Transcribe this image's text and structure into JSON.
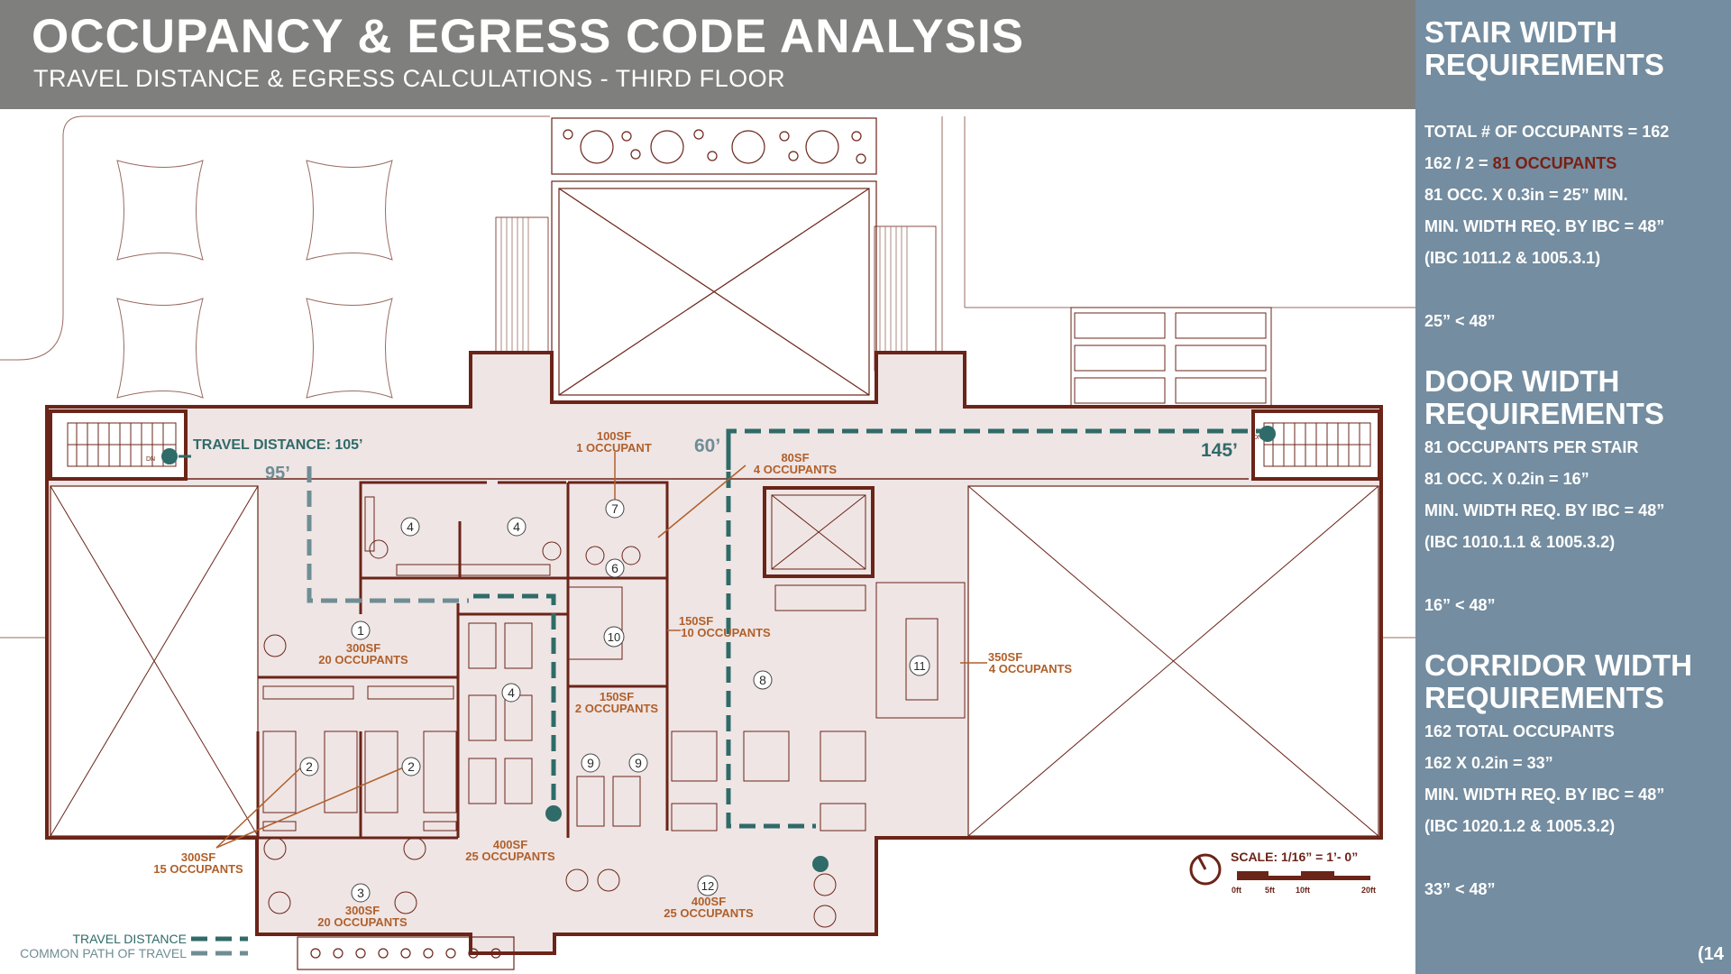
{
  "header": {
    "title": "OCCUPANCY & EGRESS CODE ANALYSIS",
    "subtitle": "TRAVEL DISTANCE & EGRESS CALCULATIONS - THIRD FLOOR"
  },
  "sidebar": {
    "stair": {
      "title_l1": "STAIR WIDTH",
      "title_l2": "REQUIREMENTS",
      "lines": [
        "TOTAL # OF OCCUPANTS = 162",
        "162 / 2 = ",
        "81 OCCUPANTS",
        "81 OCC. X 0.3in = 25” MIN.",
        "MIN. WIDTH REQ. BY IBC = 48”",
        "(IBC 1011.2 & 1005.3.1)",
        "25” < 48”"
      ]
    },
    "door": {
      "title_l1": "DOOR WIDTH",
      "title_l2": "REQUIREMENTS",
      "lines": [
        "81 OCCUPANTS PER STAIR",
        "81 OCC. X 0.2in = 16”",
        "MIN. WIDTH REQ. BY IBC = 48”",
        "(IBC 1010.1.1 & 1005.3.2)",
        "16” < 48”"
      ]
    },
    "corridor": {
      "title_l1": "CORRIDOR WIDTH",
      "title_l2": "REQUIREMENTS",
      "lines": [
        "162 TOTAL OCCUPANTS",
        "162 X 0.2in = 33”",
        "MIN. WIDTH REQ. BY IBC = 48”",
        "(IBC 1020.1.2 & 1005.3.2)",
        "33” < 48”"
      ]
    },
    "page_number": "(14"
  },
  "plan": {
    "travel_label": "TRAVEL DISTANCE: 105’",
    "dims": [
      "95’",
      "60’",
      "145’"
    ],
    "rooms": [
      {
        "num": "1",
        "area": "300SF",
        "occ": "20 OCCUPANTS"
      },
      {
        "num": "2",
        "area": "300SF",
        "occ": "15 OCCUPANTS"
      },
      {
        "num": "3",
        "area": "300SF",
        "occ": "20 OCCUPANTS"
      },
      {
        "num": "4",
        "area": "400SF",
        "occ": "25 OCCUPANTS"
      },
      {
        "num": "6",
        "area": "80SF",
        "occ": "4 OCCUPANTS"
      },
      {
        "num": "7",
        "area": "100SF",
        "occ": "1 OCCUPANT"
      },
      {
        "num": "8"
      },
      {
        "num": "9",
        "area": "150SF",
        "occ": "2 OCCUPANTS"
      },
      {
        "num": "10",
        "area": "150SF",
        "occ": "10 OCCUPANTS"
      },
      {
        "num": "11",
        "area": "350SF",
        "occ": "4 OCCUPANTS"
      },
      {
        "num": "12",
        "area": "400SF",
        "occ": "25 OCCUPANTS"
      }
    ],
    "legend": {
      "travel": "TRAVEL DISTANCE",
      "common": "COMMON PATH OF TRAVEL"
    },
    "scale": {
      "label": "SCALE: 1/16” = 1’- 0”",
      "ticks": [
        "0ft",
        "5ft",
        "10ft",
        "20ft"
      ]
    },
    "stair_tag": "DN"
  },
  "colors": {
    "wall": "#6b2418",
    "floor": "#efe5e5",
    "label": "#b0602a",
    "path": "#2f6b68",
    "common": "#6f8d94",
    "sidebar": "#748da0",
    "header": "#7f807e"
  }
}
